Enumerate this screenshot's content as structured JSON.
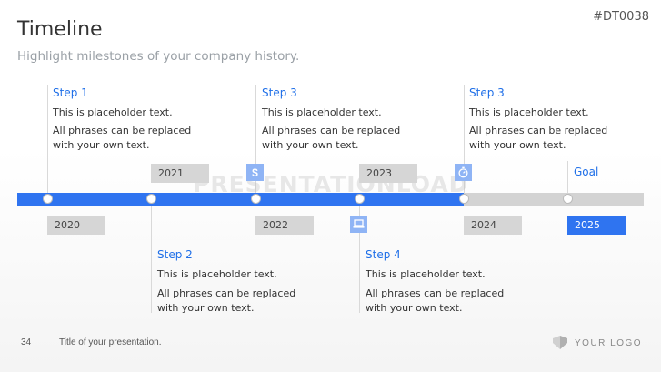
{
  "header": {
    "title": "Timeline",
    "subtitle": "Highlight milestones of your company history.",
    "code": "#DT0038"
  },
  "watermark": "PRESENTATIONLOAD",
  "steps": [
    {
      "title": "Step 1",
      "line1": "This is placeholder text.",
      "line2": "All phrases can be replaced",
      "line3": "with your own text."
    },
    {
      "title": "Step 3",
      "line1": "This is placeholder text.",
      "line2": "All phrases can be replaced",
      "line3": "with your own text."
    },
    {
      "title": "Step 3",
      "line1": "This is placeholder text.",
      "line2": "All phrases can be replaced",
      "line3": "with your own text."
    },
    {
      "title": "Step 2",
      "line1": "This is placeholder text.",
      "line2": "All phrases can be replaced",
      "line3": "with your own text."
    },
    {
      "title": "Step 4",
      "line1": "This is placeholder text.",
      "line2": "All phrases can be replaced",
      "line3": "with your own text."
    }
  ],
  "goal": "Goal",
  "years": [
    "2020",
    "2021",
    "2022",
    "2023",
    "2024",
    "2025"
  ],
  "icons": [
    {
      "name": "dollar-icon",
      "glyph": "$"
    },
    {
      "name": "laptop-icon",
      "glyph": ""
    },
    {
      "name": "stopwatch-icon",
      "glyph": ""
    }
  ],
  "footer": {
    "page_number": "34",
    "presentation_title": "Title of your presentation.",
    "logo_text": "YOUR LOGO"
  },
  "colors": {
    "accent": "#2f74f0",
    "grey_bar": "#d3d3d3",
    "icon_bg": "#8fb4f5"
  }
}
